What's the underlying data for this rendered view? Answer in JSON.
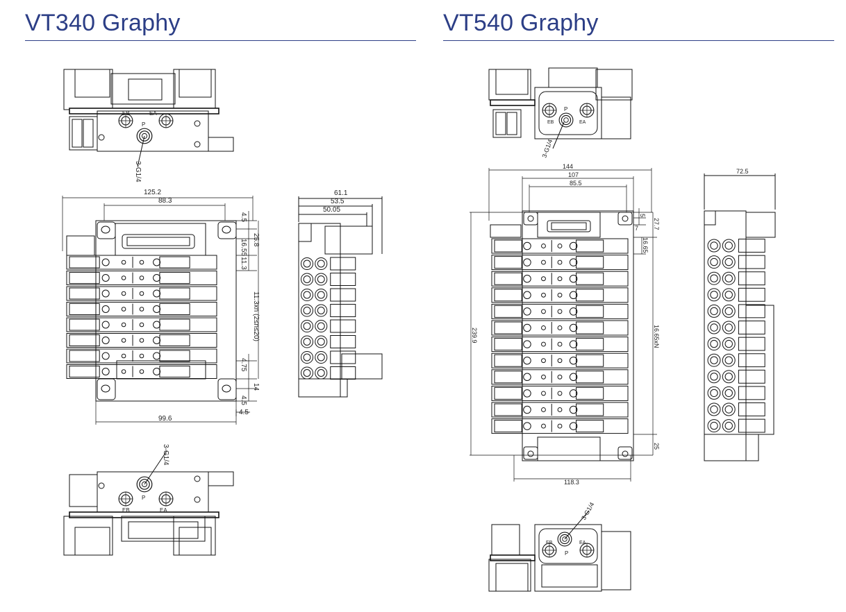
{
  "left": {
    "title": "VT340 Graphy",
    "top_view": {
      "port_eb": "EB",
      "port_ea": "EA",
      "port_p": "P",
      "thread": "3-G1/4"
    },
    "front_dims": {
      "w_total": "125.2",
      "w_inner": "88.3",
      "h1": "4.5",
      "h2": "25.8",
      "h3": "16.55",
      "h4": "11.3",
      "h_pitch": "11.3xn (2≤n≤20)",
      "h5": "4.75",
      "h6": "14",
      "h7": "4.5",
      "h8": "4.5",
      "w_bottom": "99.6"
    },
    "side_dims": {
      "d1": "61.1",
      "d2": "53.5",
      "d3": "50.05"
    },
    "bottom_view": {
      "thread": "3-G1/4",
      "port_p": "P",
      "port_eb": "EB",
      "port_ea": "EA"
    }
  },
  "right": {
    "title": "VT540 Graphy",
    "top_view": {
      "port_p": "P",
      "port_eb": "EB",
      "port_ea": "EA",
      "thread": "3-G1/4"
    },
    "front_dims": {
      "w1": "144",
      "w2": "107",
      "w3": "85.5",
      "h1": "5",
      "h2": "7",
      "h3": "27.7",
      "h4": "16.65",
      "h_total": "239.9",
      "h_pitch": "16.65xN",
      "h_bottom": "25",
      "w_bottom": "118.3"
    },
    "side_dims": {
      "d1": "72.5"
    },
    "bottom_view": {
      "thread": "3-G1/4",
      "port_p": "P",
      "port_eb": "EB",
      "port_ea": "EA"
    }
  }
}
